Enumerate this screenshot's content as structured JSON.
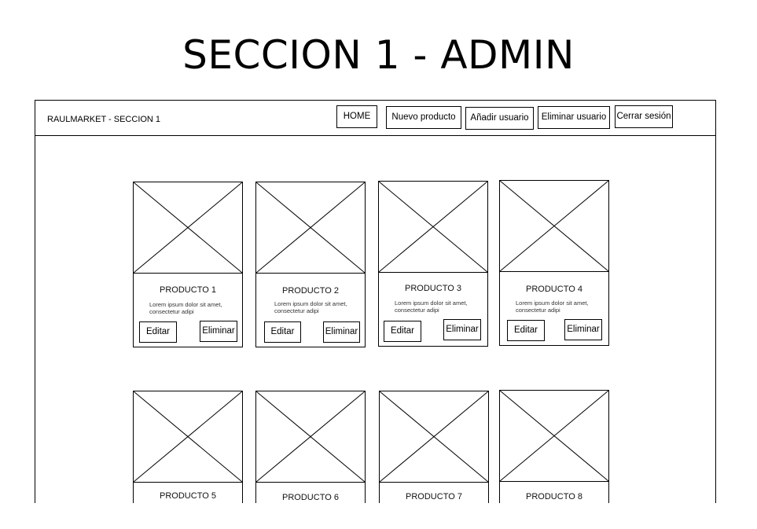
{
  "page": {
    "title": "SECCION 1 - ADMIN"
  },
  "navbar": {
    "brand": "RAULMARKET - SECCION 1",
    "items": [
      {
        "label": "HOME"
      },
      {
        "label": "Nuevo producto"
      },
      {
        "label": "Añadir usuario"
      },
      {
        "label": "Eliminar usuario"
      },
      {
        "label": "Cerrar sesión"
      }
    ]
  },
  "products": [
    {
      "name": "PRODUCTO 1",
      "description": "Lorem ipsum dolor sit amet, consectetur adipi",
      "edit_label": "Editar",
      "delete_label": "Eliminar",
      "image_icon": "image-placeholder-icon"
    },
    {
      "name": "PRODUCTO 2",
      "description": "Lorem ipsum dolor sit amet, consectetur adipi",
      "edit_label": "Editar",
      "delete_label": "Eliminar",
      "image_icon": "image-placeholder-icon"
    },
    {
      "name": "PRODUCTO 3",
      "description": "Lorem ipsum dolor sit amet, consectetur adipi",
      "edit_label": "Editar",
      "delete_label": "Eliminar",
      "image_icon": "image-placeholder-icon"
    },
    {
      "name": "PRODUCTO 4",
      "description": "Lorem ipsum dolor sit amet, consectetur adipi",
      "edit_label": "Editar",
      "delete_label": "Eliminar",
      "image_icon": "image-placeholder-icon"
    },
    {
      "name": "PRODUCTO 5",
      "image_icon": "image-placeholder-icon"
    },
    {
      "name": "PRODUCTO 6",
      "image_icon": "image-placeholder-icon"
    },
    {
      "name": "PRODUCTO 7",
      "image_icon": "image-placeholder-icon"
    },
    {
      "name": "PRODUCTO 8",
      "image_icon": "image-placeholder-icon"
    }
  ]
}
